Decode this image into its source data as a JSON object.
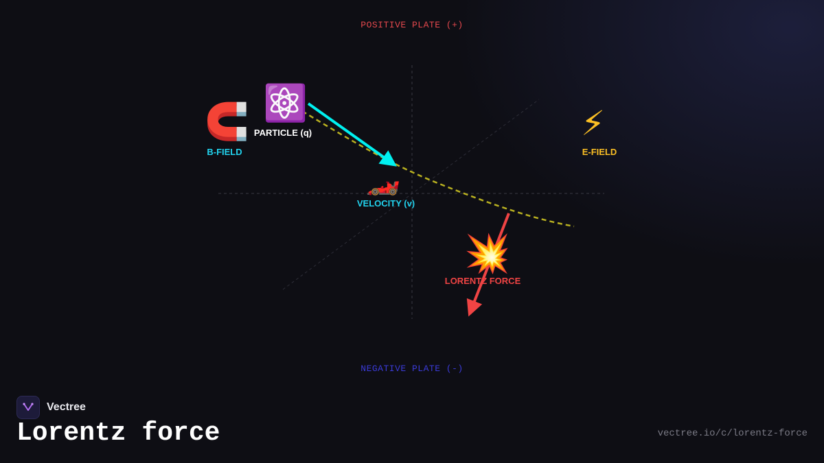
{
  "plates": {
    "positive": "POSITIVE PLATE (+)",
    "negative": "NEGATIVE PLATE (-)"
  },
  "nodes": {
    "bfield": {
      "emoji": "🧲",
      "label": "B-FIELD",
      "color": "#22d3ee"
    },
    "particle": {
      "emoji": "⚛️",
      "label": "PARTICLE (q)",
      "color": "#ffffff"
    },
    "velocity": {
      "emoji": "🏎️",
      "label": "VELOCITY (v)",
      "color": "#22d3ee"
    },
    "efield": {
      "emoji": "⚡",
      "label": "E-FIELD",
      "color": "#fbbf24"
    },
    "lorentz": {
      "emoji": "💥",
      "label": "LORENTZ FORCE",
      "color": "#f04444"
    }
  },
  "colors": {
    "positive_plate": "#e5484d",
    "negative_plate": "#3b3bd9",
    "velocity_arrow": "#00f0f0",
    "force_arrow": "#f04444",
    "trajectory": "#b8b020"
  },
  "brand": {
    "name": "Vectree",
    "logo_icon": "vectree-logo-icon"
  },
  "title": "Lorentz force",
  "url": "vectree.io/c/lorentz-force"
}
